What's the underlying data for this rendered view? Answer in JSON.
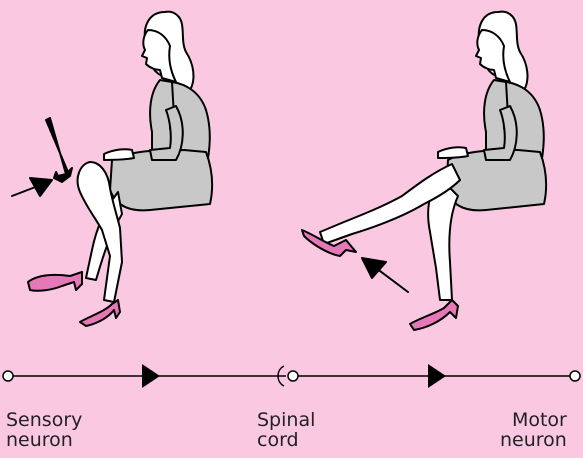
{
  "colors": {
    "background": "#fbc8e2",
    "body_fill": "#c8c8c8",
    "skin_fill": "#ffffff",
    "shoe_fill": "#e678b8",
    "outline": "#000000"
  },
  "scenes": [
    {
      "name": "knee-tap",
      "hammer": true,
      "arrow": "points-at-knee"
    },
    {
      "name": "leg-kick",
      "hammer": false,
      "arrow": "points-at-raised-leg"
    }
  ],
  "pathway": {
    "labels": {
      "sensory_line1": "Sensory",
      "sensory_line2": "neuron",
      "spinal_line1": "Spinal",
      "spinal_line2": "cord",
      "motor_line1": "Motor",
      "motor_line2": "neuron"
    }
  }
}
